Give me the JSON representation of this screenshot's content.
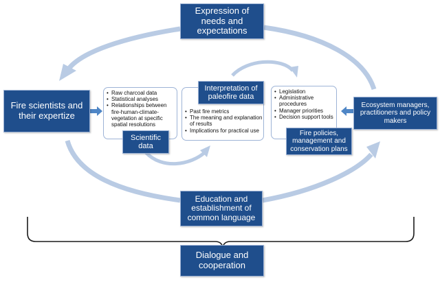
{
  "colors": {
    "box_fill": "#1f4e8c",
    "box_border": "#9db3d6",
    "arrow": "#b9cbe4",
    "small_arrow": "#4f86c6",
    "bracket": "#1a1a1a"
  },
  "boxes": {
    "expression": [
      "Expression of",
      "needs and",
      "expectations"
    ],
    "fire_scientists": [
      "Fire scientists and",
      "their expertize"
    ],
    "ecosystem_managers": [
      "Ecosystem managers,",
      "practitioners and policy",
      "makers"
    ],
    "interpretation": [
      "Interpretation of",
      "paleofire data"
    ],
    "scientific_data": [
      "Scientific",
      "data"
    ],
    "fire_policies": [
      "Fire policies,",
      "management and",
      "conservation plans"
    ],
    "education": [
      "Education and",
      "establishment of",
      "common language"
    ],
    "dialogue": [
      "Dialogue and",
      "cooperation"
    ]
  },
  "panels": {
    "scientific_items": [
      [
        "Raw charcoal data"
      ],
      [
        "Statistical analyses"
      ],
      [
        "Relationships between",
        "fire-human-climate-",
        "vegetation at specific",
        "spatial resolutions"
      ]
    ],
    "interpretation_items": [
      [
        "Past fire metrics"
      ],
      [
        "The meaning and explanation",
        "of results"
      ],
      [
        "Implications for practical use"
      ]
    ],
    "policy_items": [
      [
        "Legislation"
      ],
      [
        "Administrative",
        "procedures"
      ],
      [
        "Manager priorities"
      ],
      [
        "Decision support tools"
      ]
    ]
  }
}
